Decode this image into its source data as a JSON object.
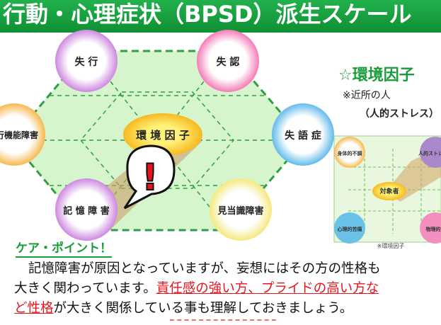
{
  "header": {
    "title": "行動・心理症状（BPSD）派生スケール"
  },
  "diagram": {
    "nodes": {
      "top_left": "失 行",
      "top_right": "失 認",
      "left": "行機能障害",
      "right": "失 語 症",
      "bottom_left": "記 憶 障 害",
      "bottom_right": "見当識障害",
      "center": "環 境 因 子",
      "alert_glyph": "!"
    },
    "thumbnail": {
      "nodes": {
        "top_left": "身体的不調",
        "top_right": "人的ストレス",
        "center": "対象者",
        "bottom_left": "心理的苦痛",
        "bottom_right": "物理的"
      },
      "caption": "※環境因子"
    }
  },
  "factor_panel": {
    "title": "☆環境因子",
    "note": "※近所の人",
    "sub": "（人的ストレス）"
  },
  "care": {
    "heading": "ケア・ポイント！",
    "line1": "記憶障害が原因となっていますが、妄想にはその方の性格も",
    "line2_prefix": "大きく関わっています。",
    "line2_red": "責任感の強い方、プライドの高い方な",
    "line3_red": "ど性格",
    "line3_suffix": "が大きく関係している事も理解しておきましょう。"
  },
  "colors": {
    "green": "#1a9c3a",
    "hex_fill": "#d6f5cc",
    "red": "#e8141d"
  }
}
